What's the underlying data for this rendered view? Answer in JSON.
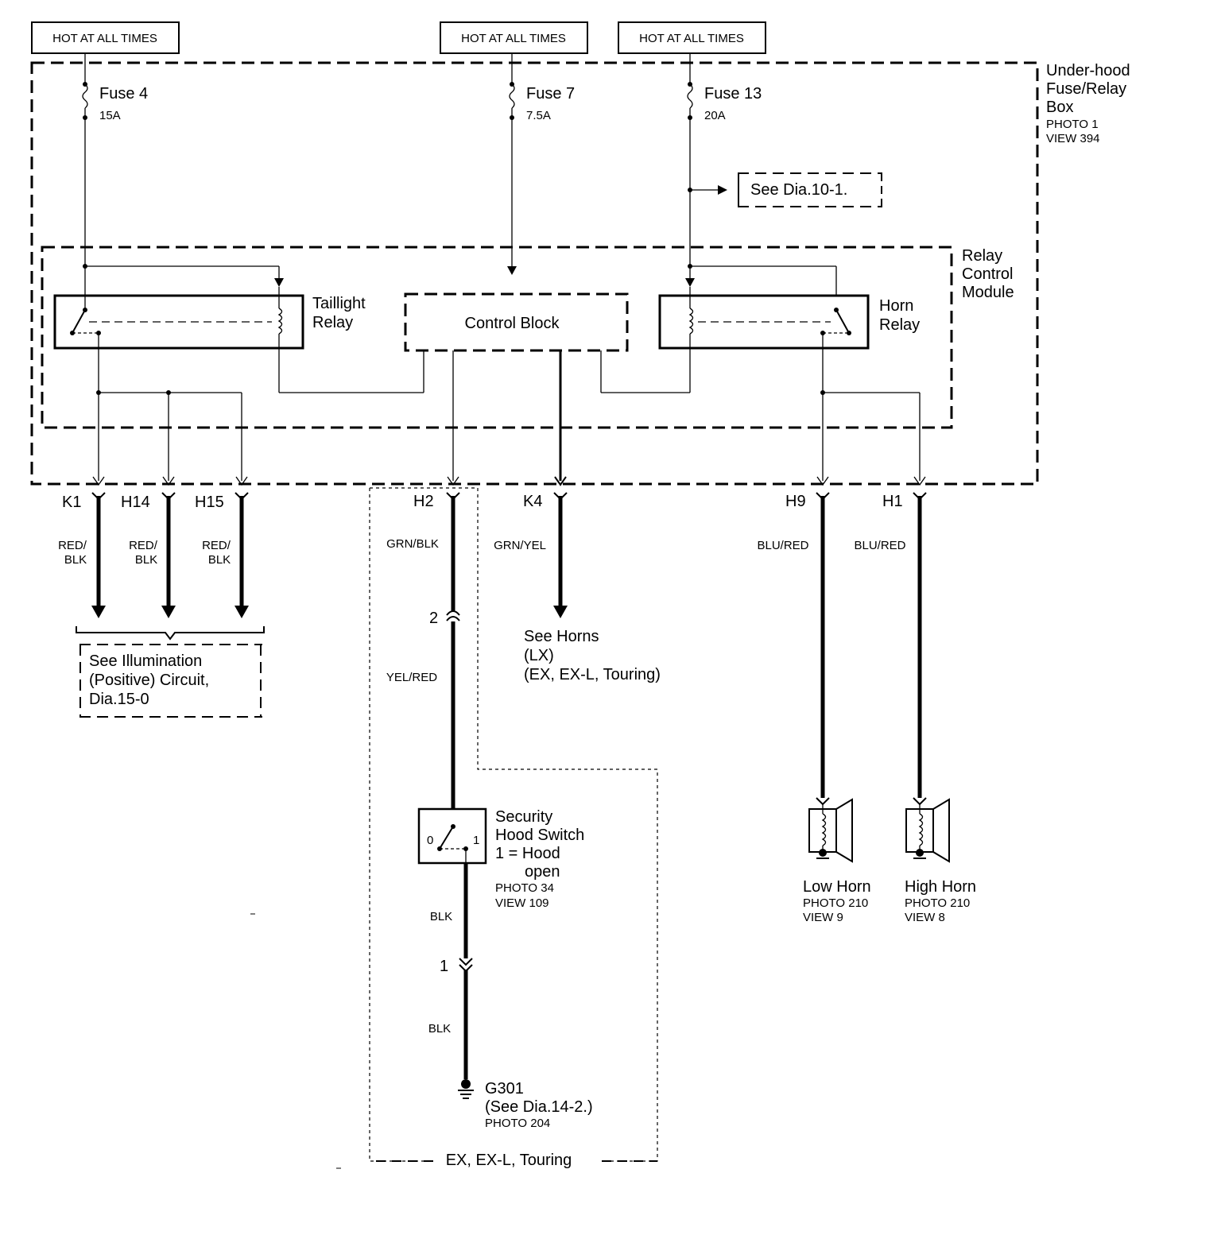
{
  "supply": {
    "hot1": "HOT AT ALL TIMES",
    "hot2": "HOT AT ALL TIMES",
    "hot3": "HOT AT ALL TIMES"
  },
  "fuses": [
    {
      "name": "Fuse 4",
      "rating": "15A"
    },
    {
      "name": "Fuse 7",
      "rating": "7.5A"
    },
    {
      "name": "Fuse 13",
      "rating": "20A"
    }
  ],
  "fuse_box": {
    "line1": "Under-hood",
    "line2": "Fuse/Relay",
    "line3": "Box",
    "photo": "PHOTO 1",
    "view": "VIEW 394"
  },
  "see_dia_10": "See Dia.10-1.",
  "relay_module": {
    "line1": "Relay",
    "line2": "Control",
    "line3": "Module"
  },
  "taillight_relay": {
    "line1": "Taillight",
    "line2": "Relay"
  },
  "control_block": "Control Block",
  "horn_relay": {
    "line1": "Horn",
    "line2": "Relay"
  },
  "terminals": {
    "k1": "K1",
    "h14": "H14",
    "h15": "H15",
    "h2": "H2",
    "k4": "K4",
    "h9": "H9",
    "h1": "H1"
  },
  "wires": {
    "k1": {
      "l1": "RED/",
      "l2": "BLK"
    },
    "h14": {
      "l1": "RED/",
      "l2": "BLK"
    },
    "h15": {
      "l1": "RED/",
      "l2": "BLK"
    },
    "h2": "GRN/BLK",
    "k4": "GRN/YEL",
    "h9": "BLU/RED",
    "h1": "BLU/RED",
    "yel_red": "YEL/RED",
    "blk1": "BLK",
    "blk2": "BLK"
  },
  "connector_pins": {
    "pin2": "2",
    "pin1": "1"
  },
  "illumination": {
    "line1": "See  Illumination",
    "line2": "(Positive) Circuit,",
    "line3": "Dia.15-0"
  },
  "see_horns": {
    "line1": "See Horns",
    "line2": "(LX)",
    "line3": "(EX, EX-L, Touring)"
  },
  "hood_switch": {
    "line1": "Security",
    "line2": "Hood Switch",
    "line3": "1 = Hood",
    "line4": "open",
    "photo": "PHOTO 34",
    "view": "VIEW 109",
    "pos0": "0",
    "pos1": "1"
  },
  "ground": {
    "name": "G301",
    "ref": "(See Dia.14-2.)",
    "photo": "PHOTO 204"
  },
  "low_horn": {
    "name": "Low Horn",
    "photo": "PHOTO 210",
    "view": "VIEW 9"
  },
  "high_horn": {
    "name": "High Horn",
    "photo": "PHOTO 210",
    "view": "VIEW 8"
  },
  "variant_label": "EX, EX-L, Touring"
}
